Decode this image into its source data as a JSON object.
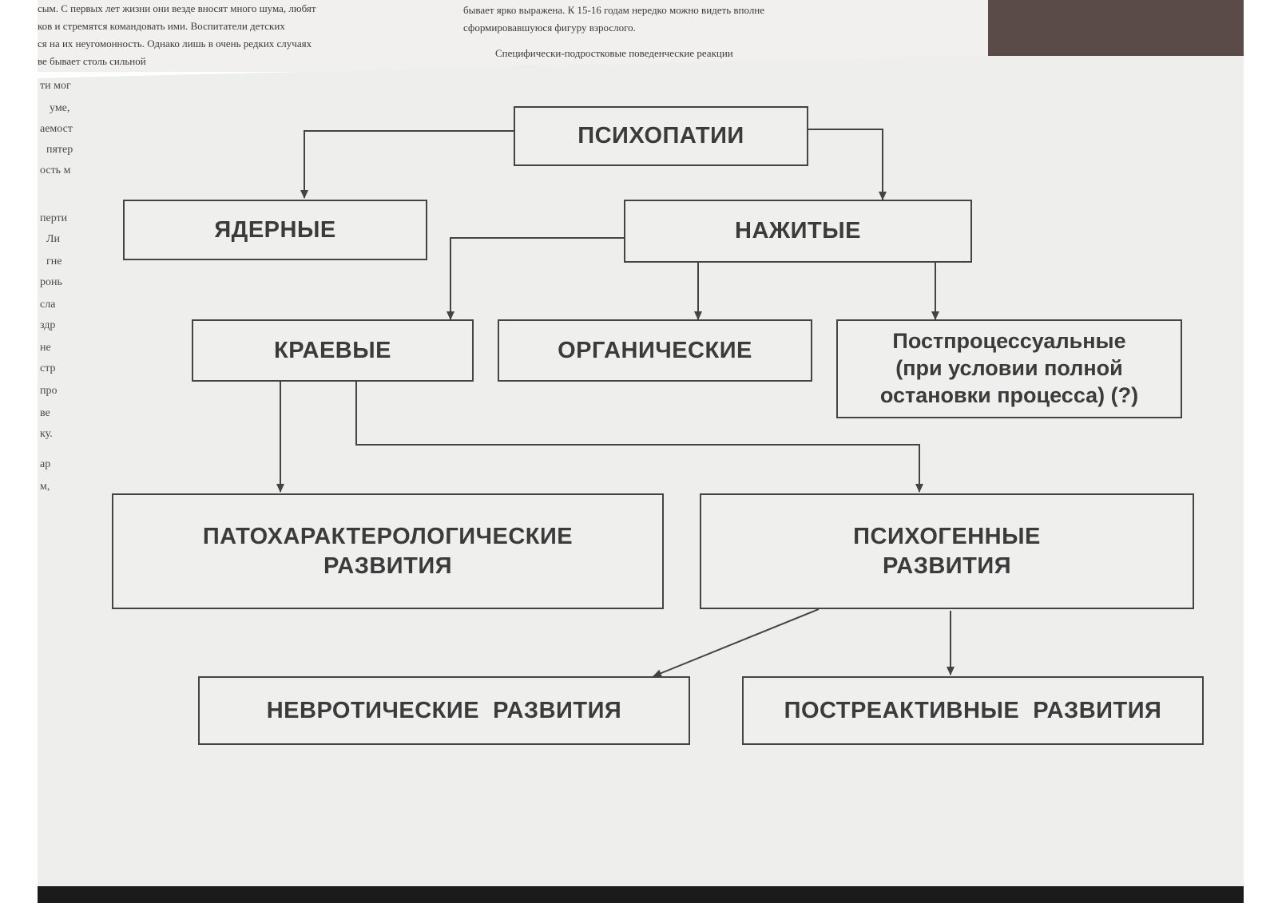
{
  "background_text": {
    "left_column": [
      "сым. С первых лет жизни они везде вносят много шума, любят",
      "ков и стремятся командовать ими. Воспитатели детских",
      "ся на их неугомонность. Однако лишь в очень редких случаях",
      "ве бывает столь сильной"
    ],
    "right_column": [
      "бывает ярко выражена. К 15-16 годам нередко можно видеть вполне",
      "сформировавшуюся фигуру взрослого.",
      "Специфически-подростковые поведенческие реакции"
    ],
    "margin_fragments": [
      "ти мог",
      "уме,",
      "аемост",
      "пятер",
      "ость м",
      "перти",
      "Ли",
      "гне",
      "ронь",
      "сла",
      "здр",
      "не",
      "стр",
      "про",
      "ве",
      "ку.",
      "ар",
      "м,"
    ]
  },
  "diagram": {
    "nodes": {
      "root": "ПСИХОПАТИИ",
      "nuclear": "ЯДЕРНЫЕ",
      "acquired": "НАЖИТЫЕ",
      "marginal": "КРАЕВЫЕ",
      "organic": "ОРГАНИЧЕСКИЕ",
      "postprocess": [
        "Постпроцессуальные",
        "(при условии полной",
        "остановки процесса) (?)"
      ],
      "pathochar": [
        "ПАТОХАРАКТЕРОЛОГИЧЕСКИЕ",
        "РАЗВИТИЯ"
      ],
      "psychogenic": [
        "ПСИХОГЕННЫЕ",
        "РАЗВИТИЯ"
      ],
      "neurotic": "НЕВРОТИЧЕСКИЕ  РАЗВИТИЯ",
      "postreactive": "ПОСТРЕАКТИВНЫЕ  РАЗВИТИЯ"
    },
    "edges": [
      [
        "root",
        "nuclear"
      ],
      [
        "root",
        "acquired"
      ],
      [
        "acquired",
        "marginal"
      ],
      [
        "acquired",
        "organic"
      ],
      [
        "acquired",
        "postprocess"
      ],
      [
        "marginal",
        "pathochar"
      ],
      [
        "marginal",
        "psychogenic"
      ],
      [
        "psychogenic",
        "neurotic"
      ],
      [
        "psychogenic",
        "postreactive"
      ]
    ]
  },
  "colors": {
    "paper": "#eeeeec",
    "line": "#444444",
    "text": "#3b3b3b",
    "desk": "#5a4a48"
  }
}
